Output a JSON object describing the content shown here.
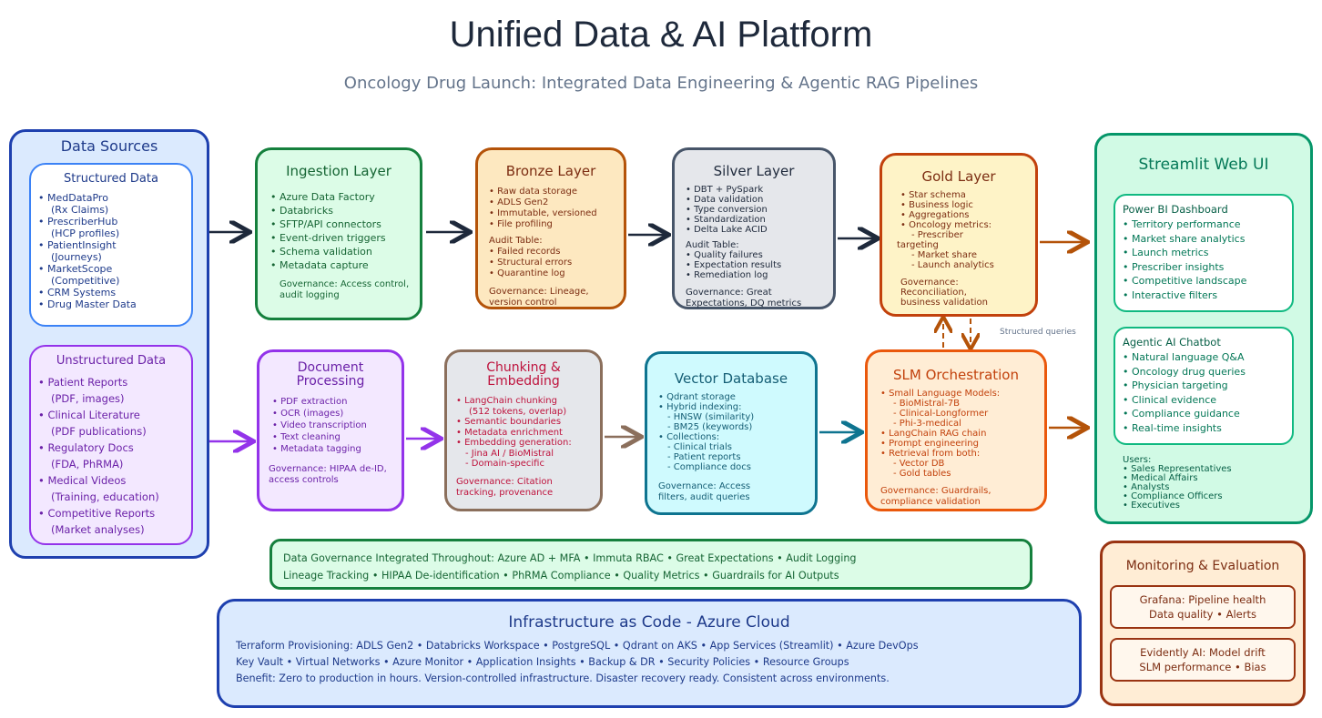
{
  "title": "Unified Data & AI Platform",
  "subtitle": "Oncology Drug Launch: Integrated Data Engineering & Agentic RAG Pipelines",
  "colors": {
    "blue": "#1e40af",
    "green": "#15803d",
    "amber": "#92400e",
    "gray": "#334155",
    "gold": "#a16207",
    "purple": "#7e22ce",
    "crimson": "#be123c",
    "cyan": "#0e7490",
    "orange": "#c2410c",
    "teal": "#047857"
  },
  "sources": {
    "title": "Data Sources",
    "structured": {
      "title": "Structured Data",
      "items": [
        "• MedDataPro",
        "(Rx Claims)",
        "• PrescriberHub",
        "(HCP profiles)",
        "• PatientInsight",
        "(Journeys)",
        "• MarketScope",
        "(Competitive)",
        "• CRM Systems",
        "• Drug Master Data"
      ]
    },
    "unstructured": {
      "title": "Unstructured Data",
      "items": [
        "• Patient Reports",
        "(PDF, images)",
        "• Clinical Literature",
        "(PDF publications)",
        "• Regulatory Docs",
        "(FDA, PhRMA)",
        "• Medical Videos",
        "(Training, education)",
        "• Competitive Reports",
        "(Market analyses)"
      ]
    }
  },
  "ingestion": {
    "title": "Ingestion Layer",
    "items": [
      "• Azure Data Factory",
      "• Databricks",
      "• SFTP/API connectors",
      "• Event-driven triggers",
      "• Schema validation",
      "• Metadata capture"
    ],
    "governance": [
      "Governance: Access control,",
      "audit logging"
    ]
  },
  "bronze": {
    "title": "Bronze Layer",
    "items": [
      "• Raw data storage",
      "• ADLS Gen2",
      "• Immutable, versioned",
      "• File profiling"
    ],
    "audit": [
      "Audit Table:",
      "• Failed records",
      "• Structural errors",
      "• Quarantine log"
    ],
    "governance": [
      "Governance: Lineage,",
      "version control"
    ]
  },
  "silver": {
    "title": "Silver Layer",
    "items": [
      "• DBT + PySpark",
      "• Data validation",
      "• Type conversion",
      "• Standardization",
      "• Delta Lake ACID"
    ],
    "audit": [
      "Audit Table:",
      "• Quality failures",
      "• Expectation results",
      "• Remediation log"
    ],
    "governance": [
      "Governance: Great",
      "Expectations, DQ metrics"
    ]
  },
  "gold": {
    "title": "Gold Layer",
    "items": [
      "• Star schema",
      "• Business logic",
      "• Aggregations",
      "• Oncology metrics:",
      "- Prescriber",
      "targeting",
      "- Market share",
      "- Launch analytics"
    ],
    "governance": [
      "Governance:",
      "Reconciliation,",
      "business validation"
    ]
  },
  "structured_queries": "Structured queries",
  "doc_processing": {
    "title_1": "Document",
    "title_2": "Processing",
    "items": [
      "• PDF extraction",
      "• OCR (images)",
      "• Video transcription",
      "• Text cleaning",
      "• Metadata tagging"
    ],
    "governance": [
      "Governance: HIPAA de-ID,",
      "access controls"
    ]
  },
  "chunking": {
    "title_1": "Chunking &",
    "title_2": "Embedding",
    "items": [
      "• LangChain chunking",
      "(512 tokens, overlap)",
      "• Semantic boundaries",
      "• Metadata enrichment",
      "• Embedding generation:",
      "- Jina AI / BioMistral",
      "- Domain-specific"
    ],
    "governance": [
      "Governance: Citation",
      "tracking, provenance"
    ]
  },
  "vector": {
    "title": "Vector Database",
    "items": [
      "• Qdrant storage",
      "• Hybrid indexing:",
      "- HNSW (similarity)",
      "- BM25 (keywords)",
      "• Collections:",
      "- Clinical trials",
      "- Patient reports",
      "- Compliance docs"
    ],
    "governance": [
      "Governance: Access",
      "filters, audit queries"
    ]
  },
  "slm": {
    "title": "SLM Orchestration",
    "items": [
      "• Small Language Models:",
      "- BioMistral-7B",
      "- Clinical-Longformer",
      "- Phi-3-medical",
      "• LangChain RAG chain",
      "• Prompt engineering",
      "• Retrieval from both:",
      "- Vector DB",
      "- Gold tables"
    ],
    "governance": [
      "Governance: Guardrails,",
      "compliance validation"
    ]
  },
  "streamlit": {
    "title": "Streamlit Web UI",
    "powerbi": {
      "title": "Power BI Dashboard",
      "items": [
        "• Territory performance",
        "• Market share analytics",
        "• Launch metrics",
        "• Prescriber insights",
        "• Competitive landscape",
        "• Interactive filters"
      ]
    },
    "chatbot": {
      "title": "Agentic AI Chatbot",
      "items": [
        "• Natural language Q&A",
        "• Oncology drug queries",
        "• Physician targeting",
        "• Clinical evidence",
        "• Compliance guidance",
        "• Real-time insights"
      ]
    },
    "users": [
      "Users:",
      "• Sales Representatives",
      "• Medical Affairs",
      "• Analysts",
      "• Compliance Officers",
      "• Executives"
    ]
  },
  "governance_bar": {
    "line1": "Data Governance Integrated Throughout: Azure AD + MFA • Immuta RBAC • Great Expectations • Audit Logging",
    "line2": "Lineage Tracking • HIPAA De-identification • PhRMA Compliance • Quality Metrics • Guardrails for AI Outputs"
  },
  "infra": {
    "title": "Infrastructure as Code - Azure Cloud",
    "line1": "Terraform Provisioning: ADLS Gen2 • Databricks Workspace • PostgreSQL • Qdrant on AKS • App Services (Streamlit) • Azure DevOps",
    "line2": "Key Vault • Virtual Networks • Azure Monitor • Application Insights • Backup & DR • Security Policies • Resource Groups",
    "line3": "Benefit: Zero to production in hours. Version-controlled infrastructure. Disaster recovery ready. Consistent across environments."
  },
  "monitoring": {
    "title": "Monitoring & Evaluation",
    "grafana": [
      "Grafana: Pipeline health",
      "Data quality • Alerts"
    ],
    "evidently": [
      "Evidently AI: Model drift",
      "SLM performance • Bias"
    ]
  }
}
